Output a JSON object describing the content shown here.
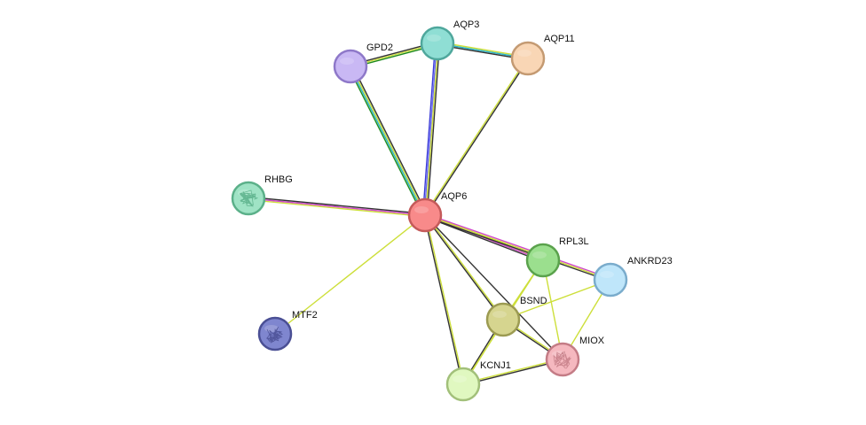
{
  "network": {
    "nodes": [
      {
        "id": "AQP6",
        "label": "AQP6",
        "color": "#f88a8a",
        "border": "#c45a5a"
      },
      {
        "id": "AQP3",
        "label": "AQP3",
        "color": "#8fded4",
        "border": "#4fa79c"
      },
      {
        "id": "AQP11",
        "label": "AQP11",
        "color": "#f9d6b5",
        "border": "#c49a72"
      },
      {
        "id": "GPD2",
        "label": "GPD2",
        "color": "#c9b8f4",
        "border": "#8e78c9"
      },
      {
        "id": "RHBG",
        "label": "RHBG",
        "color": "#9fe3c5",
        "border": "#5bb089",
        "icon": "protein-structure-icon"
      },
      {
        "id": "RPL3L",
        "label": "RPL3L",
        "color": "#9bdf8e",
        "border": "#5aa24c"
      },
      {
        "id": "ANKRD23",
        "label": "ANKRD23",
        "color": "#bfe6fa",
        "border": "#7aaccc"
      },
      {
        "id": "BSND",
        "label": "BSND",
        "color": "#d6d58f",
        "border": "#9c9b52"
      },
      {
        "id": "MIOX",
        "label": "MIOX",
        "color": "#f5b8bf",
        "border": "#c47c86",
        "icon": "protein-structure-icon"
      },
      {
        "id": "MTF2",
        "label": "MTF2",
        "color": "#7f86cf",
        "border": "#4a4f94",
        "icon": "protein-structure-icon"
      },
      {
        "id": "KCNJ1",
        "label": "KCNJ1",
        "color": "#e0f8c0",
        "border": "#a2c07a"
      }
    ],
    "edges": [
      {
        "source": "AQP6",
        "target": "AQP3",
        "colors": [
          "#3b3bd8",
          "#6b6bf0",
          "#cddf3a",
          "#333333"
        ]
      },
      {
        "source": "AQP6",
        "target": "GPD2",
        "colors": [
          "#1e8a1e",
          "#2bb5c9",
          "#cddf3a",
          "#333333"
        ]
      },
      {
        "source": "AQP6",
        "target": "AQP11",
        "colors": [
          "#cddf3a",
          "#333333"
        ]
      },
      {
        "source": "AQP6",
        "target": "RHBG",
        "colors": [
          "#cddf3a",
          "#d048c9",
          "#333333"
        ]
      },
      {
        "source": "AQP6",
        "target": "RPL3L",
        "colors": [
          "#cddf3a",
          "#d048c9",
          "#333333"
        ]
      },
      {
        "source": "AQP6",
        "target": "ANKRD23",
        "colors": [
          "#d048c9",
          "#cddf3a",
          "#333333"
        ]
      },
      {
        "source": "AQP6",
        "target": "MTF2",
        "colors": [
          "#cddf3a"
        ]
      },
      {
        "source": "AQP6",
        "target": "BSND",
        "colors": [
          "#cddf3a",
          "#333333"
        ]
      },
      {
        "source": "AQP6",
        "target": "KCNJ1",
        "colors": [
          "#cddf3a",
          "#333333"
        ]
      },
      {
        "source": "AQP6",
        "target": "MIOX",
        "colors": [
          "#333333"
        ]
      },
      {
        "source": "AQP3",
        "target": "GPD2",
        "colors": [
          "#1e8a1e",
          "#cddf3a",
          "#333333"
        ]
      },
      {
        "source": "AQP3",
        "target": "AQP11",
        "colors": [
          "#cddf3a",
          "#2bb5c9",
          "#333333"
        ]
      },
      {
        "source": "BSND",
        "target": "RPL3L",
        "colors": [
          "#cddf3a"
        ]
      },
      {
        "source": "BSND",
        "target": "ANKRD23",
        "colors": [
          "#cddf3a"
        ]
      },
      {
        "source": "BSND",
        "target": "MIOX",
        "colors": [
          "#cddf3a",
          "#333333"
        ]
      },
      {
        "source": "BSND",
        "target": "KCNJ1",
        "colors": [
          "#cddf3a",
          "#333333"
        ]
      },
      {
        "source": "RPL3L",
        "target": "MIOX",
        "colors": [
          "#cddf3a"
        ]
      },
      {
        "source": "RPL3L",
        "target": "KCNJ1",
        "colors": [
          "#cddf3a"
        ]
      },
      {
        "source": "ANKRD23",
        "target": "MIOX",
        "colors": [
          "#cddf3a"
        ]
      },
      {
        "source": "KCNJ1",
        "target": "MIOX",
        "colors": [
          "#cddf3a",
          "#333333"
        ]
      }
    ]
  }
}
